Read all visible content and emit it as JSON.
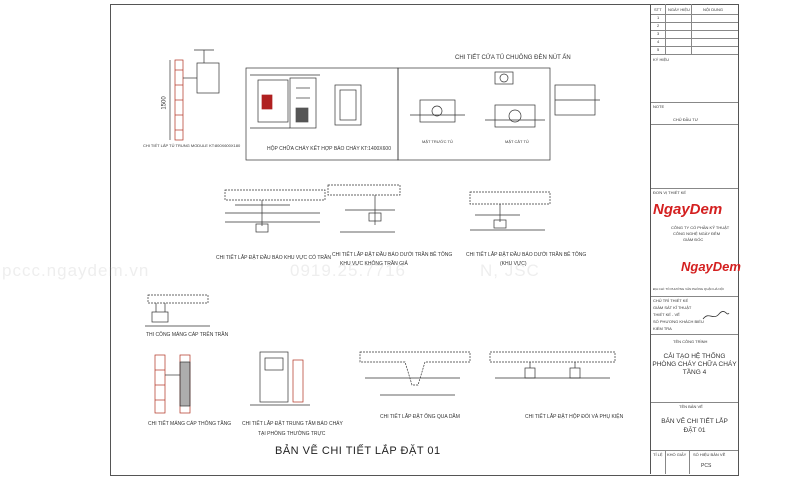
{
  "watermarks": {
    "site": "pccc.ngaydem.vn",
    "phone": "0919.25.7716",
    "company_suffix": "N, JSC"
  },
  "drawing": {
    "top_title": "CHI TIẾT CỬA TỦ CHUÔNG ĐÈN NÚT ẤN",
    "cabinet_label": "HỘP CHỮA CHÁY KẾT HỢP BÁO CHÁY KT:1400X600",
    "module_label": "CHI TIẾT LẮP TỦ TRUNG MODULE KT:800X600X180",
    "a1": "CHI TIẾT LẮP ĐẶT ĐẦU BÁO KHU VỰC CÓ TRẦN",
    "a2": "CHI TIẾT LẮP ĐẶT ĐẦU BÁO DƯỚI TRẦN BÊ TÔNG",
    "a2b": "KHU VỰC KHÔNG TRẦN GIẢ",
    "a3": "CHI TIẾT LẮP ĐẶT ĐẦU BÁO DƯỚI TRẦN BÊ TÔNG",
    "a3b": "(KHU VỰC)",
    "b1": "THI CÔNG MÁNG CÁP TRÊN TRẦN",
    "c1": "CHI TIẾT MÁNG CÁP THÔNG TẦNG",
    "c2": "CHI TIẾT LẮP ĐẶT TRUNG TÂM BÁO CHÁY",
    "c2b": "TẠI PHÒNG THƯỜNG TRỰC",
    "c3": "CHI TIẾT LẮP ĐẶT ỐNG QUA DẦM",
    "c4": "CHI TIẾT LẮP ĐẶT HỘP ĐỔI VÀ PHỤ KIỆN",
    "main_title": "BẢN VẼ CHI TIẾT LẮP ĐẶT 01",
    "dim_left": "1500",
    "small_view1": "MẶT TRƯỚC TỦ",
    "small_view2": "MẶT CẮT TỦ"
  },
  "title_block": {
    "col1": "STT",
    "col2": "NGÀY HIỆU",
    "col3": "NỘI DUNG",
    "rows": [
      "1",
      "2",
      "3",
      "4",
      "5"
    ],
    "ky_hieu": "KÝ HIỆU",
    "note_label": "NOTE",
    "chu_dau_tu": "CHỦ ĐẦU TƯ",
    "don_vi": "ĐƠN VỊ THIẾT KẾ",
    "logo_text": "NgayDem",
    "company_line1": "CÔNG TY CỔ PHẦN KỸ THUẬT",
    "company_line2": "CÔNG NGHỆ NGÀY ĐÊM",
    "company_line3": "GIÁM ĐỐC",
    "logo2_text": "NgayDem",
    "address": "ĐỊA CHỈ: TỔ PHƯỜNG VĂN PHÒNG QUẬN HÀ NỘI",
    "roles": [
      "CHỦ TRÌ THIẾT KẾ",
      "GIÁM SÁT KĨ THUẬT",
      "THIẾT KẾ - VẼ",
      "SỐ PHƯƠNG KHÁCH BIỂU",
      "KIỂM TRA"
    ],
    "ten_cong_trinh": "TÊN CÔNG TRÌNH",
    "project1": "CẢI TẠO HỆ THỐNG",
    "project2": "PHÒNG CHÁY CHỮA CHÁY",
    "project3": "TẦNG 4",
    "ten_ban_ve": "TÊN BẢN VẼ",
    "sheet1": "BẢN VẼ CHI TIẾT LẮP",
    "sheet2": "ĐẶT 01",
    "bottom1": "TỈ LỆ",
    "bottom2": "KHỔ GIẤY",
    "bottom3": "SỐ HIỆU BẢN VẼ",
    "bottom_code": "PCS"
  },
  "colors": {
    "logo_red": "#d42020",
    "logo_dark": "#1a1a1a"
  }
}
